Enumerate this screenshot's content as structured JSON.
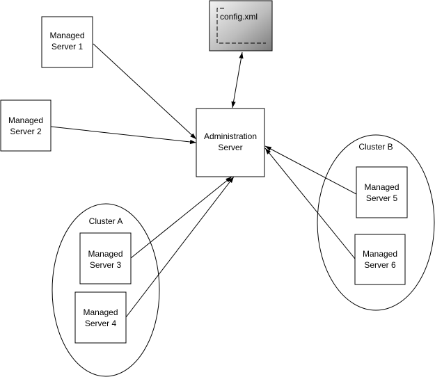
{
  "config_file": {
    "label": "config.xml"
  },
  "admin_server": {
    "line1": "Administration",
    "line2": "Server"
  },
  "managed_servers": [
    {
      "line1": "Managed",
      "line2": "Server 1"
    },
    {
      "line1": "Managed",
      "line2": "Server 2"
    },
    {
      "line1": "Managed",
      "line2": "Server 3"
    },
    {
      "line1": "Managed",
      "line2": "Server 4"
    },
    {
      "line1": "Managed",
      "line2": "Server 5"
    },
    {
      "line1": "Managed",
      "line2": "Server 6"
    }
  ],
  "clusters": [
    {
      "label": "Cluster A"
    },
    {
      "label": "Cluster B"
    }
  ]
}
